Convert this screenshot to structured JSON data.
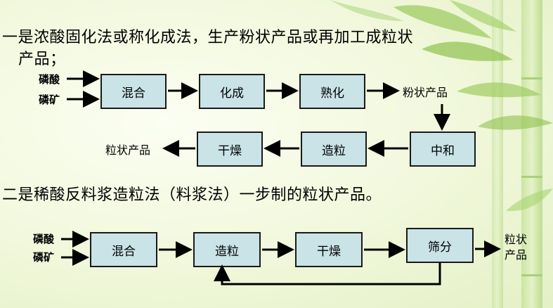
{
  "section1": {
    "title_line1": "一是浓酸固化法或称化成法，生产粉状产品或再加工成粒状",
    "title_line2": "产品；",
    "input1": "磷酸",
    "input2": "磷矿",
    "boxes": [
      "混合",
      "化成",
      "熟化",
      "中和",
      "造粒",
      "干燥"
    ],
    "intermediate": "粉状产品",
    "output": "粒状产品"
  },
  "section2": {
    "title": "二是稀酸反料浆造粒法（料浆法）一步制的粒状产品。",
    "input1": "磷酸",
    "input2": "磷矿",
    "boxes": [
      "混合",
      "造粒",
      "干燥",
      "筛分"
    ],
    "output_line1": "粒状",
    "output_line2": "产品"
  }
}
